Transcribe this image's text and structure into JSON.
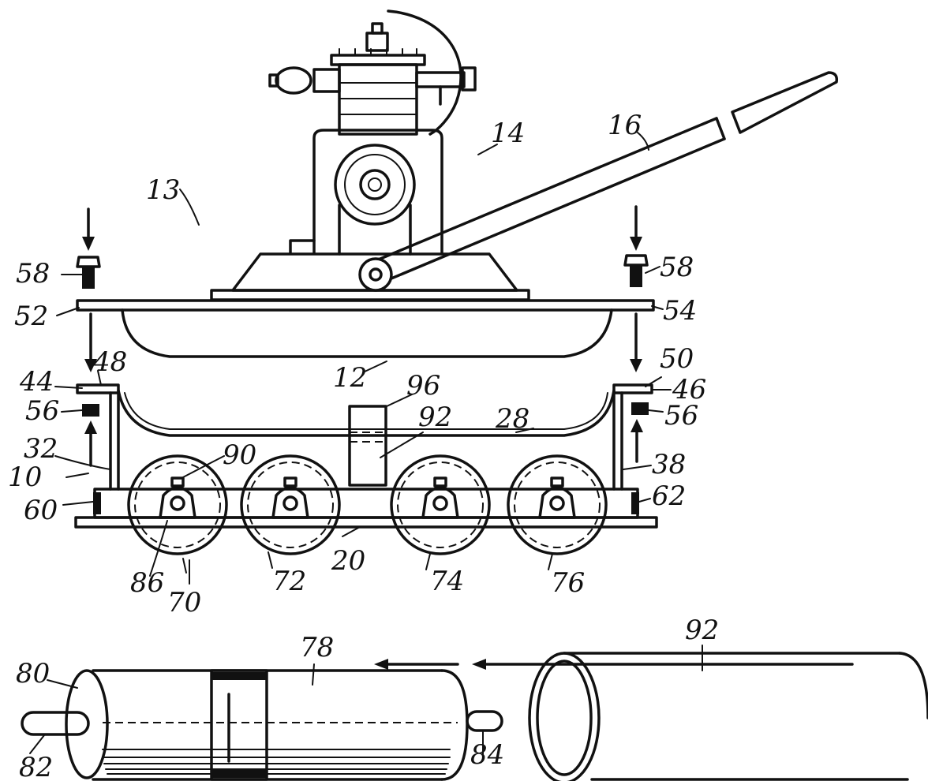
{
  "figure": {
    "refs": {
      "r10": "10",
      "r12": "12",
      "r13": "13",
      "r14": "14",
      "r16": "16",
      "r20": "20",
      "r28": "28",
      "r32": "32",
      "r38": "38",
      "r44": "44",
      "r46": "46",
      "r48": "48",
      "r50": "50",
      "r52": "52",
      "r54": "54",
      "r56a": "56",
      "r56b": "56",
      "r58a": "58",
      "r58b": "58",
      "r60": "60",
      "r62": "62",
      "r70": "70",
      "r72": "72",
      "r74": "74",
      "r76": "76",
      "r78": "78",
      "r80": "80",
      "r82": "82",
      "r84": "84",
      "r86": "86",
      "r90": "90",
      "r92a": "92",
      "r92b": "92",
      "r96": "96"
    }
  }
}
